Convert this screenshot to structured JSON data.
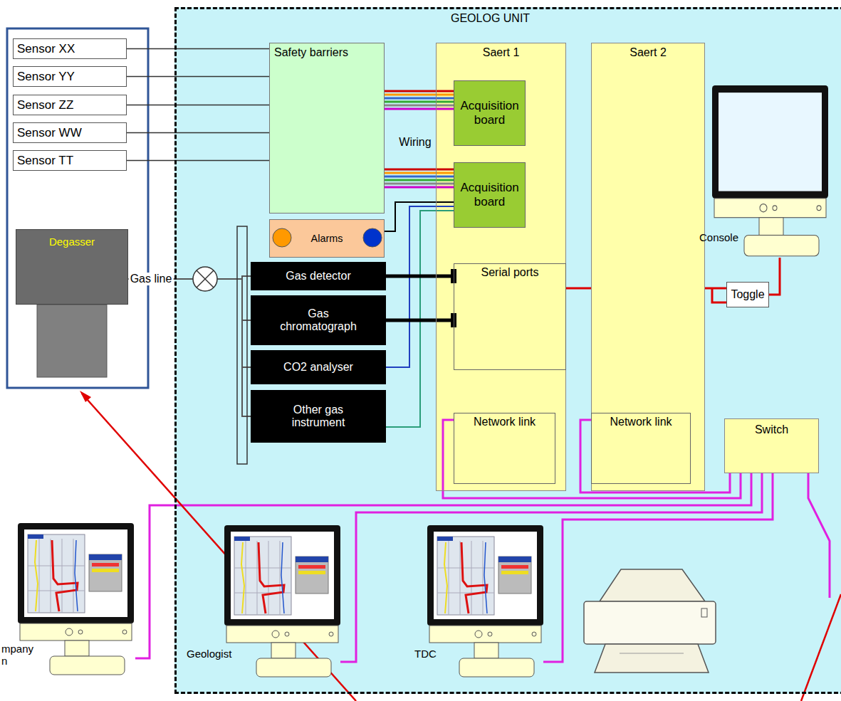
{
  "diagram": {
    "nodes": [
      {
        "text": [
          "GEOLOG UNIT"
        ]
      },
      {
        "text": [
          "Sensor XX"
        ]
      },
      {
        "text": [
          "Sensor YY"
        ]
      },
      {
        "text": [
          "Sensor ZZ"
        ]
      },
      {
        "text": [
          "Sensor WW"
        ]
      },
      {
        "text": [
          "Sensor TT"
        ]
      },
      {
        "text": [
          "Degasser"
        ]
      },
      {
        "text": [
          "Safety barriers"
        ],
        "in": 0
      },
      {
        "text": [
          "Alarms"
        ],
        "in": 0
      },
      {
        "text": [
          "Saert 1"
        ],
        "in": 0
      },
      {
        "text": [
          "Acquisition board"
        ],
        "in": 9
      },
      {
        "text": [
          "Acquisition board"
        ],
        "in": 9
      },
      {
        "text": [
          "Serial ports"
        ],
        "in": 9
      },
      {
        "text": [
          "Network link"
        ],
        "in": 9
      },
      {
        "text": [
          "Saert 2"
        ],
        "in": 0
      },
      {
        "text": [
          "Network link"
        ],
        "in": 14
      },
      {
        "text": [
          "Gas detector"
        ],
        "in": 0
      },
      {
        "text": [
          "Gas chromatograph"
        ],
        "in": 0
      },
      {
        "text": [
          "CO2 analyser"
        ],
        "in": 0
      },
      {
        "text": [
          "Other gas instrument"
        ],
        "in": 0
      },
      {
        "text": [
          "Console"
        ],
        "in": 0
      },
      {
        "text": [
          "Toggle"
        ],
        "in": 0
      },
      {
        "text": [
          "Switch"
        ],
        "in": 0
      },
      {
        "text": [
          "mpany n"
        ]
      },
      {
        "text": [
          "Geologist"
        ],
        "in": 0
      },
      {
        "text": [
          "TDC"
        ],
        "in": 0
      }
    ],
    "edges": [
      {
        "from": 1,
        "to": 7,
        "arrow": "none"
      },
      {
        "from": 2,
        "to": 7,
        "arrow": "none"
      },
      {
        "from": 3,
        "to": 7,
        "arrow": "none"
      },
      {
        "from": 4,
        "to": 7,
        "arrow": "none"
      },
      {
        "from": 5,
        "to": 7,
        "arrow": "none"
      },
      {
        "from": 6,
        "to": 16,
        "label": "Gas line",
        "arrow": "none"
      },
      {
        "from": 6,
        "to": 17,
        "arrow": "none"
      },
      {
        "from": 6,
        "to": 18,
        "arrow": "none"
      },
      {
        "from": 6,
        "to": 19,
        "arrow": "none"
      },
      {
        "from": 7,
        "to": 10,
        "arrow": "none"
      },
      {
        "from": 7,
        "to": 11,
        "arrow": "none"
      },
      {
        "from": 8,
        "to": 11,
        "arrow": "none"
      },
      {
        "from": 18,
        "to": 11,
        "arrow": "none"
      },
      {
        "from": 19,
        "to": 11,
        "arrow": "none"
      },
      {
        "from": 16,
        "to": 12,
        "arrow": "none"
      },
      {
        "from": 17,
        "to": 12,
        "arrow": "none"
      },
      {
        "from": 12,
        "to": 14,
        "arrow": "none"
      },
      {
        "from": 14,
        "to": 21,
        "arrow": "none"
      },
      {
        "from": 21,
        "to": 20,
        "arrow": "none"
      },
      {
        "from": 13,
        "to": 22,
        "arrow": "none"
      },
      {
        "from": 15,
        "to": 22,
        "arrow": "none"
      },
      {
        "from": 22,
        "to": 23,
        "arrow": "none"
      },
      {
        "from": 22,
        "to": 24,
        "arrow": "none"
      },
      {
        "from": 22,
        "to": 25,
        "arrow": "none"
      }
    ],
    "labels": [
      "Wiring"
    ]
  }
}
